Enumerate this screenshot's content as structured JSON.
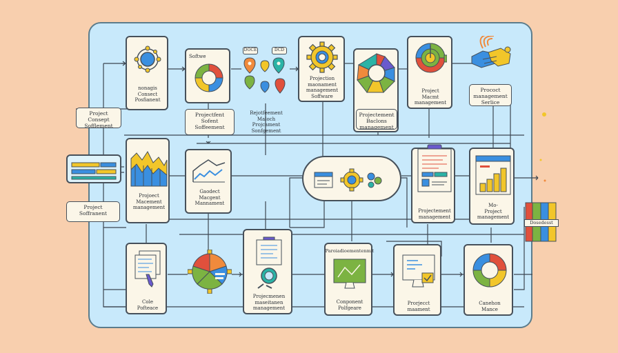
{
  "colors": {
    "background": "#f8cfae",
    "panel": "#c8e9fb",
    "card": "#fbf6e8",
    "outline": "#46505a",
    "yellow": "#f2c62a",
    "blue": "#3a8fe0",
    "green": "#7cb342",
    "orange": "#f08a3c",
    "red": "#e0503c",
    "teal": "#2bb3a6",
    "purple": "#6a5acd"
  },
  "labels": {
    "n1": "Project\nConsept Sofflement",
    "n2": "Project\nSoffranent",
    "n3": "nonagis\nConsect\nPosfianent",
    "n4": "Softwe",
    "n5": "Projectfent\nSofent\nSoffeement",
    "n6": "Rejotfeement\nMaloch\nProjcament\nSonfgement",
    "n7": "Projection\nmaonament\nmanagement\nSoffware",
    "n8": "Projectement\nBaclons\nmanagement",
    "n9": "Project\nMacmt\nmanagement",
    "n10": "Prococt\nmanagement\nSerlice",
    "n11": "Projoect\nMacement\nmanagement",
    "n12": "Gaodect\nMacgent\nMannament",
    "n13": "Projectement\nmanagement",
    "n14": "Mo-\nProject\nmanagement",
    "n15": "Dosedesst",
    "n16": "Cole\nPofteace",
    "n17": "Projecmenen\nmaseitanen\nmanagement",
    "n18": "Paroiadioementenmit",
    "n19": "Conponent\nPolfgeare",
    "n20": "Prorjecct\nmaament",
    "n21": "Canehon\nMance",
    "badge1": "DOCE",
    "badge2": "DCD"
  },
  "icons": [
    "network-ring-icon",
    "donut-chart-icon",
    "location-pin-cluster-icon",
    "gear-icon",
    "radial-gear-icon",
    "target-gauge-icon",
    "handshake-icon",
    "app-window-icon",
    "area-chart-icon",
    "line-chart-icon",
    "gear-cluster-icon",
    "clipboard-report-icon",
    "bar-chart-icon",
    "book-stack-icon",
    "document-pencil-icon",
    "pie-gear-icon",
    "magnifier-clipboard-icon",
    "monitor-chart-icon",
    "monitor-check-icon",
    "color-ring-icon"
  ]
}
